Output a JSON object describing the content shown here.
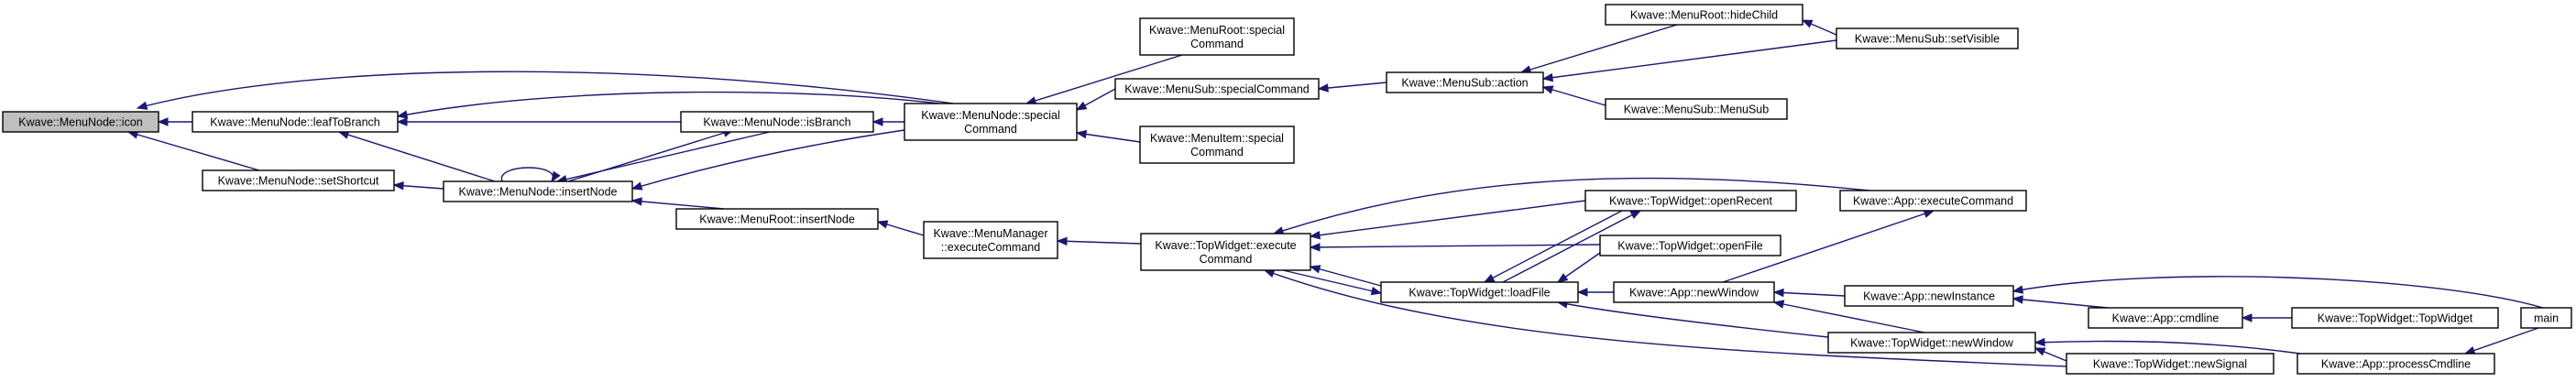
{
  "graph": {
    "colors": {
      "edge": "#191970",
      "root_fill": "#bfbfbf",
      "node_fill": "#ffffff",
      "node_border": "#000000"
    },
    "nodes": [
      {
        "id": "icon",
        "lines": [
          "Kwave::MenuNode::icon"
        ],
        "root": true
      },
      {
        "id": "leafToBranch",
        "lines": [
          "Kwave::MenuNode::leafToBranch"
        ]
      },
      {
        "id": "setShortcut",
        "lines": [
          "Kwave::MenuNode::setShortcut"
        ]
      },
      {
        "id": "insertNode",
        "lines": [
          "Kwave::MenuNode::insertNode"
        ]
      },
      {
        "id": "isBranch",
        "lines": [
          "Kwave::MenuNode::isBranch"
        ]
      },
      {
        "id": "nodeSpecial",
        "lines": [
          "Kwave::MenuNode::special",
          "Command"
        ]
      },
      {
        "id": "rootSpecial",
        "lines": [
          "Kwave::MenuRoot::special",
          "Command"
        ]
      },
      {
        "id": "subSpecial",
        "lines": [
          "Kwave::MenuSub::specialCommand"
        ]
      },
      {
        "id": "itemSpecial",
        "lines": [
          "Kwave::MenuItem::special",
          "Command"
        ]
      },
      {
        "id": "subAction",
        "lines": [
          "Kwave::MenuSub::action"
        ]
      },
      {
        "id": "hideChild",
        "lines": [
          "Kwave::MenuRoot::hideChild"
        ]
      },
      {
        "id": "setVisible",
        "lines": [
          "Kwave::MenuSub::setVisible"
        ]
      },
      {
        "id": "menuSubCtor",
        "lines": [
          "Kwave::MenuSub::MenuSub"
        ]
      },
      {
        "id": "rootInsertNode",
        "lines": [
          "Kwave::MenuRoot::insertNode"
        ]
      },
      {
        "id": "mgrExec",
        "lines": [
          "Kwave::MenuManager",
          "::executeCommand"
        ]
      },
      {
        "id": "twExec",
        "lines": [
          "Kwave::TopWidget::execute",
          "Command"
        ]
      },
      {
        "id": "openRecent",
        "lines": [
          "Kwave::TopWidget::openRecent"
        ]
      },
      {
        "id": "openFile",
        "lines": [
          "Kwave::TopWidget::openFile"
        ]
      },
      {
        "id": "loadFile",
        "lines": [
          "Kwave::TopWidget::loadFile"
        ]
      },
      {
        "id": "appExec",
        "lines": [
          "Kwave::App::executeCommand"
        ]
      },
      {
        "id": "appNewWindow",
        "lines": [
          "Kwave::App::newWindow"
        ]
      },
      {
        "id": "twNewWindow",
        "lines": [
          "Kwave::TopWidget::newWindow"
        ]
      },
      {
        "id": "newSignal",
        "lines": [
          "Kwave::TopWidget::newSignal"
        ]
      },
      {
        "id": "newInstance",
        "lines": [
          "Kwave::App::newInstance"
        ]
      },
      {
        "id": "cmdline",
        "lines": [
          "Kwave::App::cmdline"
        ]
      },
      {
        "id": "processCmdline",
        "lines": [
          "Kwave::App::processCmdline"
        ]
      },
      {
        "id": "twCtor",
        "lines": [
          "Kwave::TopWidget::TopWidget"
        ]
      },
      {
        "id": "main",
        "lines": [
          "main"
        ]
      }
    ],
    "edges": [
      {
        "from": "leafToBranch",
        "to": "icon"
      },
      {
        "from": "setShortcut",
        "to": "icon"
      },
      {
        "from": "nodeSpecial",
        "to": "icon"
      },
      {
        "from": "isBranch",
        "to": "leafToBranch"
      },
      {
        "from": "nodeSpecial",
        "to": "leafToBranch"
      },
      {
        "from": "insertNode",
        "to": "leafToBranch"
      },
      {
        "from": "insertNode",
        "to": "setShortcut"
      },
      {
        "from": "insertNode",
        "to": "insertNode"
      },
      {
        "from": "isBranch",
        "to": "insertNode"
      },
      {
        "from": "nodeSpecial",
        "to": "insertNode"
      },
      {
        "from": "insertNode",
        "to": "isBranch"
      },
      {
        "from": "nodeSpecial",
        "to": "isBranch"
      },
      {
        "from": "rootSpecial",
        "to": "nodeSpecial"
      },
      {
        "from": "subSpecial",
        "to": "nodeSpecial"
      },
      {
        "from": "itemSpecial",
        "to": "nodeSpecial"
      },
      {
        "from": "subAction",
        "to": "subSpecial"
      },
      {
        "from": "hideChild",
        "to": "subAction"
      },
      {
        "from": "setVisible",
        "to": "subAction"
      },
      {
        "from": "menuSubCtor",
        "to": "subAction"
      },
      {
        "from": "setVisible",
        "to": "hideChild"
      },
      {
        "from": "rootInsertNode",
        "to": "insertNode"
      },
      {
        "from": "mgrExec",
        "to": "rootInsertNode"
      },
      {
        "from": "twExec",
        "to": "mgrExec"
      },
      {
        "from": "loadFile",
        "to": "twExec"
      },
      {
        "from": "openRecent",
        "to": "twExec"
      },
      {
        "from": "openFile",
        "to": "twExec"
      },
      {
        "from": "appExec",
        "to": "twExec"
      },
      {
        "from": "newSignal",
        "to": "twExec"
      },
      {
        "from": "twExec",
        "to": "loadFile"
      },
      {
        "from": "openRecent",
        "to": "loadFile"
      },
      {
        "from": "openFile",
        "to": "loadFile"
      },
      {
        "from": "appNewWindow",
        "to": "loadFile"
      },
      {
        "from": "twNewWindow",
        "to": "loadFile"
      },
      {
        "from": "loadFile",
        "to": "openRecent"
      },
      {
        "from": "appNewWindow",
        "to": "appExec"
      },
      {
        "from": "newInstance",
        "to": "appNewWindow"
      },
      {
        "from": "twNewWindow",
        "to": "appNewWindow"
      },
      {
        "from": "newSignal",
        "to": "twNewWindow"
      },
      {
        "from": "processCmdline",
        "to": "twNewWindow"
      },
      {
        "from": "cmdline",
        "to": "newInstance"
      },
      {
        "from": "main",
        "to": "newInstance"
      },
      {
        "from": "twCtor",
        "to": "cmdline"
      },
      {
        "from": "main",
        "to": "processCmdline"
      }
    ]
  }
}
